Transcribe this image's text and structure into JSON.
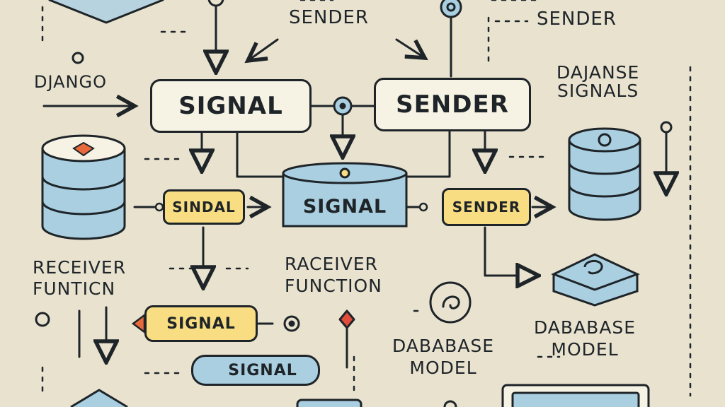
{
  "nodes": {
    "signal_main": "SIGNAL",
    "sender_main": "SENDER",
    "signal_db": "SIGNAL",
    "sindal_small": "SINDAL",
    "sender_small": "SENDER",
    "signal_orange": "SIGNAL",
    "signal_blue": "SIGNAL"
  },
  "labels": {
    "sender_top": "SENDER",
    "sender_top_right": "SENDER",
    "django": "DJANGO",
    "dajanse_line1": "DAJANSE",
    "dajanse_line2": "SIGNALS",
    "receiver_line1": "RECEIVER",
    "receiver_line2": "FUNTICN",
    "raceiver_line1": "RACEIVER",
    "raceiver_line2": "FUNCTION",
    "dababase_left_line1": "DABABASE",
    "dababase_left_line2": "MODEL",
    "dababase_right_line1": "DABABASE",
    "dababase_right_line2": "MODEL"
  },
  "colors": {
    "background": "#e8e2cf",
    "ink": "#1e2428",
    "node_fill": "#f6f2e4",
    "blue": "#a9cfe0",
    "yellow": "#f8dd82",
    "orange_accent": "#e76a3c",
    "red_accent": "#e24c3c"
  }
}
